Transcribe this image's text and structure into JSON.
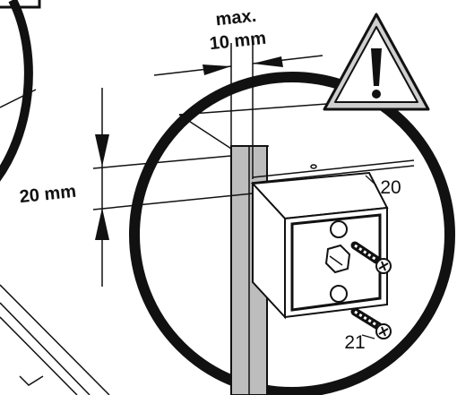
{
  "labels": {
    "max_line1": "max.",
    "max_line2": "10 mm",
    "height_dim": "20 mm",
    "part_top": "20",
    "part_bottom": "21"
  },
  "icons": {
    "warning": "warning-triangle-icon"
  },
  "colors": {
    "line": "#111111",
    "post_fill": "#bdbdbd",
    "warning_fill": "#cfcfcf",
    "background": "#ffffff"
  }
}
